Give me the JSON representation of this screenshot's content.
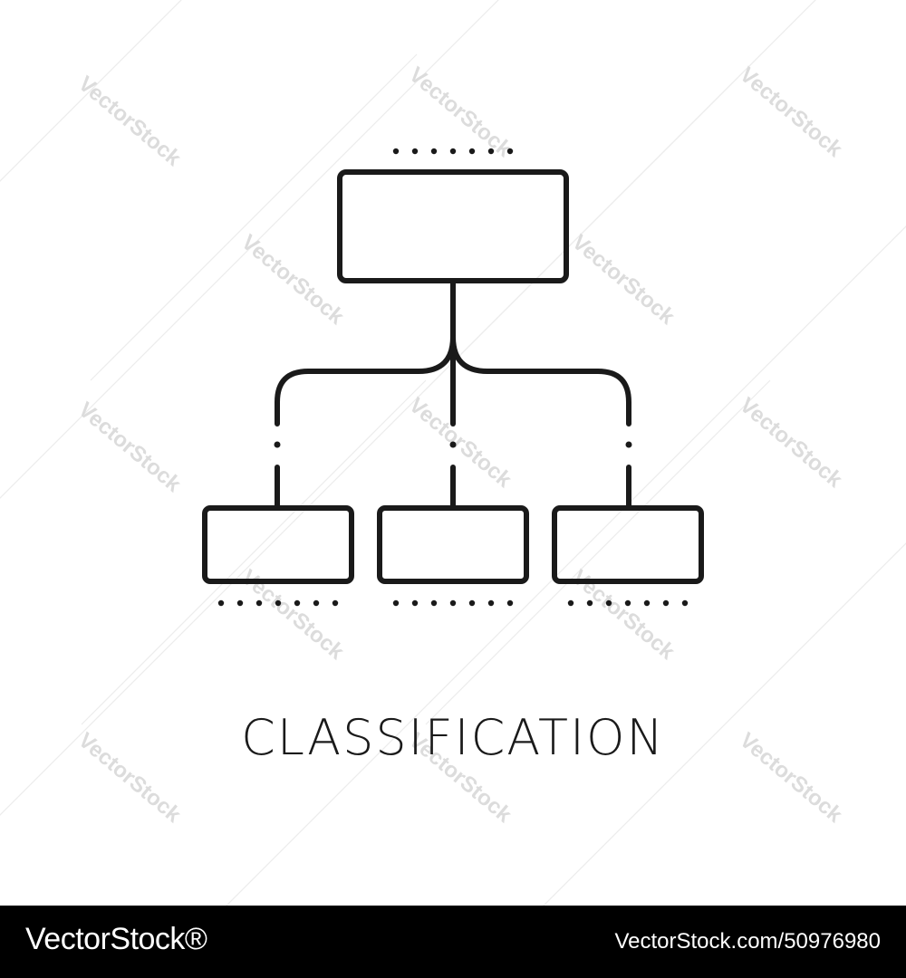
{
  "caption": "CLASSIFICATION",
  "watermark_text": "VectorStock",
  "footer": {
    "brand": "VectorStock®",
    "url": "VectorStock.com/50976980"
  },
  "colors": {
    "stroke": "#1a1a1a",
    "background": "#ffffff",
    "footer_bg": "#000000",
    "footer_text": "#ffffff",
    "watermark": "#d9d9d9"
  },
  "icon": "hierarchy-tree-icon"
}
